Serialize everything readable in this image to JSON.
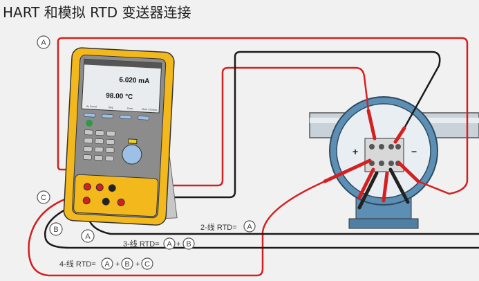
{
  "title": "HART 和模拟 RTD 变送器连接",
  "calibrator": {
    "reading_primary": "6.020 mA",
    "reading_secondary": "98.00 °C",
    "softkeys": [
      "As Found",
      "Step",
      "Done",
      "More Choices"
    ]
  },
  "markers": {
    "a": "A",
    "b": "B",
    "c": "C"
  },
  "formulas": {
    "two_wire": "2-线 RTD=",
    "three_wire": "3-线 RTD=",
    "four_wire": "4-线 RTD=",
    "plus": "+"
  },
  "colors": {
    "red_wire": "#d42020",
    "black_wire": "#1a1a1a",
    "calibrator_body": "#f2b81c",
    "transmitter": "#5d8fb4"
  }
}
